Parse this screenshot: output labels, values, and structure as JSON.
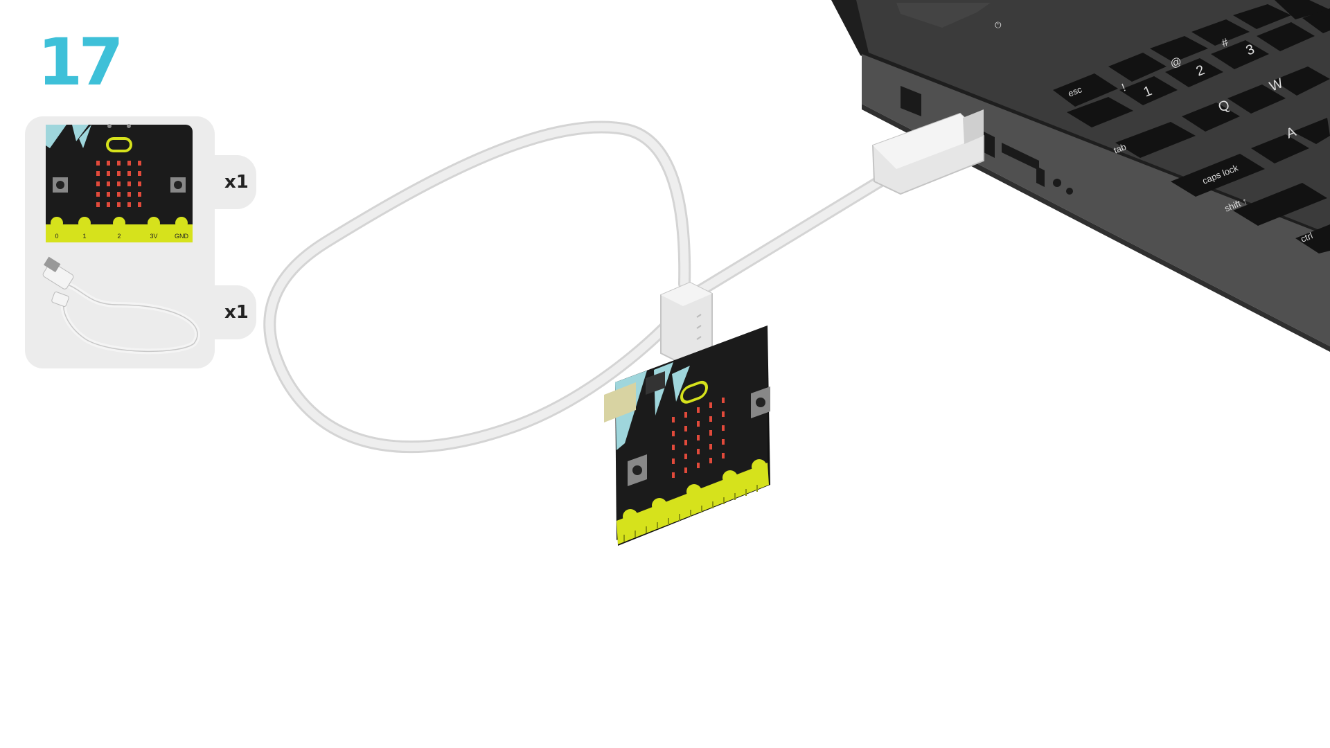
{
  "step": {
    "number": "17"
  },
  "parts": [
    {
      "name": "micro:bit board",
      "quantity": "x1"
    },
    {
      "name": "USB cable",
      "quantity": "x1"
    }
  ],
  "board": {
    "pin_labels": [
      "0",
      "1",
      "2",
      "3V",
      "GND"
    ]
  },
  "laptop": {
    "keys": [
      "esc",
      "tab",
      "caps lock",
      "shift ↑",
      "ctrl",
      "1",
      "2",
      "3",
      "Q",
      "W",
      "A",
      "@",
      "#",
      "!",
      "⏻"
    ]
  },
  "colors": {
    "accent": "#3ec0d8",
    "board": "#1b1b1b",
    "pins": "#d6e21c",
    "led": "#e24a3b",
    "cable": "#e0e0e0",
    "laptop": "#2b2b2b",
    "panel": "#ececec"
  }
}
